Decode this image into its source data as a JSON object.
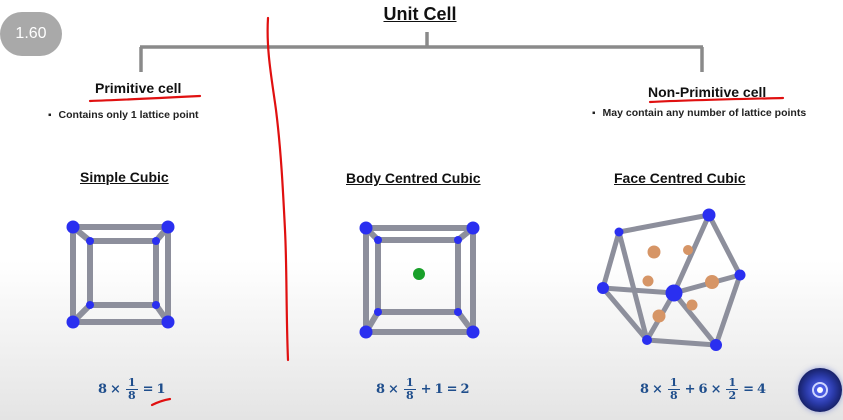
{
  "player": {
    "speed_label": "1.60"
  },
  "diagram": {
    "title": "Unit Cell",
    "primitive": {
      "heading": "Primitive cell",
      "bullet": "Contains only 1 lattice point"
    },
    "non_primitive": {
      "heading": "Non-Primitive cell",
      "bullet": "May contain any number of lattice points"
    }
  },
  "cells": [
    {
      "label": "Simple Cubic",
      "formula": {
        "a": "8",
        "frac_num": "1",
        "frac_den": "8",
        "result": "1"
      }
    },
    {
      "label": "Body Centred Cubic",
      "formula": {
        "a": "8",
        "frac_num": "1",
        "frac_den": "8",
        "plus": "1",
        "result": "2"
      }
    },
    {
      "label": "Face Centred Cubic",
      "formula": {
        "a": "8",
        "frac_num": "1",
        "frac_den": "8",
        "b": "6",
        "frac2_num": "1",
        "frac2_den": "2",
        "result": "4"
      }
    }
  ],
  "symbols": {
    "times": "×",
    "equals": "=",
    "plus": "+"
  },
  "colors": {
    "corner_atom": "#2a2ff0",
    "body_atom": "#19a02a",
    "face_atom": "#d69566",
    "annotation": "#e01010",
    "formula": "#1f4e8c",
    "bracket": "#8a8a8a"
  },
  "icons": {
    "screen_record": "camera-lens-icon"
  }
}
